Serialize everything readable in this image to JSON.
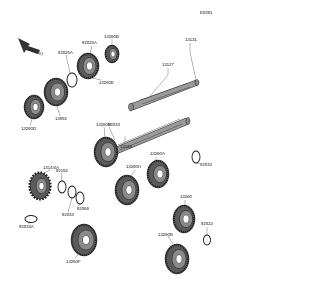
{
  "header": {
    "front_label": "FRONT",
    "ref_code": "E0381"
  },
  "part_numbers": {
    "p13131": "13131",
    "p13127": "13127",
    "p92033a_top": "92033A",
    "p13260b_top": "13260B",
    "p92026a": "92026A",
    "p13260e": "13260E",
    "p13092": "13092",
    "p13260d": "13260D",
    "p13260r": "13260R",
    "p92033_mid": "92033",
    "p13128": "13128",
    "p13144a": "13144/A",
    "p92152": "92152",
    "p92033_low": "92033",
    "p92069": "92069",
    "p92033a_low": "92033A",
    "p13260h": "13260H",
    "p13260a": "13260A",
    "p92033_right": "92033",
    "p13260f": "13260F",
    "p13260": "13260",
    "p92022": "92022",
    "p13260b_low": "13260B"
  }
}
